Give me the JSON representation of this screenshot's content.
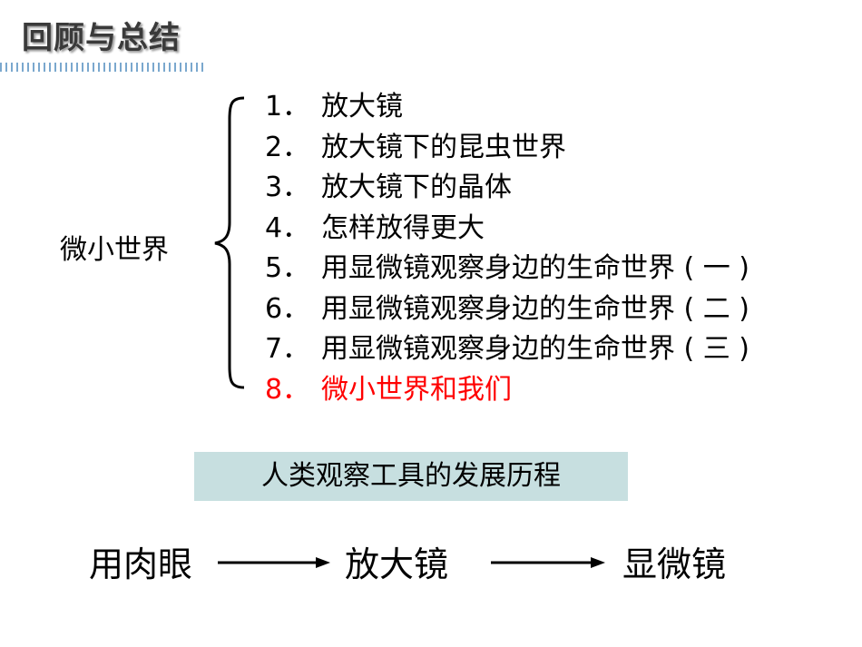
{
  "header": {
    "title": "回顾与总结"
  },
  "left_label": "微小世界",
  "items": [
    {
      "num": "1．",
      "text": "放大镜"
    },
    {
      "num": "2．",
      "text": "放大镜下的昆虫世界"
    },
    {
      "num": "3．",
      "text": "放大镜下的晶体"
    },
    {
      "num": "4．",
      "text": "怎样放得更大"
    },
    {
      "num": "5．",
      "text": "用显微镜观察身边的生命世界 ( 一 )"
    },
    {
      "num": "6．",
      "text": "用显微镜观察身边的生命世界 ( 二 )"
    },
    {
      "num": "7．",
      "text": "用显微镜观察身边的生命世界 ( 三 )"
    },
    {
      "num": "8．",
      "text": "微小世界和我们",
      "color": "#ff0000"
    }
  ],
  "box_label": "人类观察工具的发展历程",
  "flow": [
    "用肉眼",
    "放大镜",
    "显微镜"
  ],
  "colors": {
    "highlight": "#ff0000",
    "box_bg": "#c7dfe0",
    "title_bar": "#6c9ec9"
  }
}
